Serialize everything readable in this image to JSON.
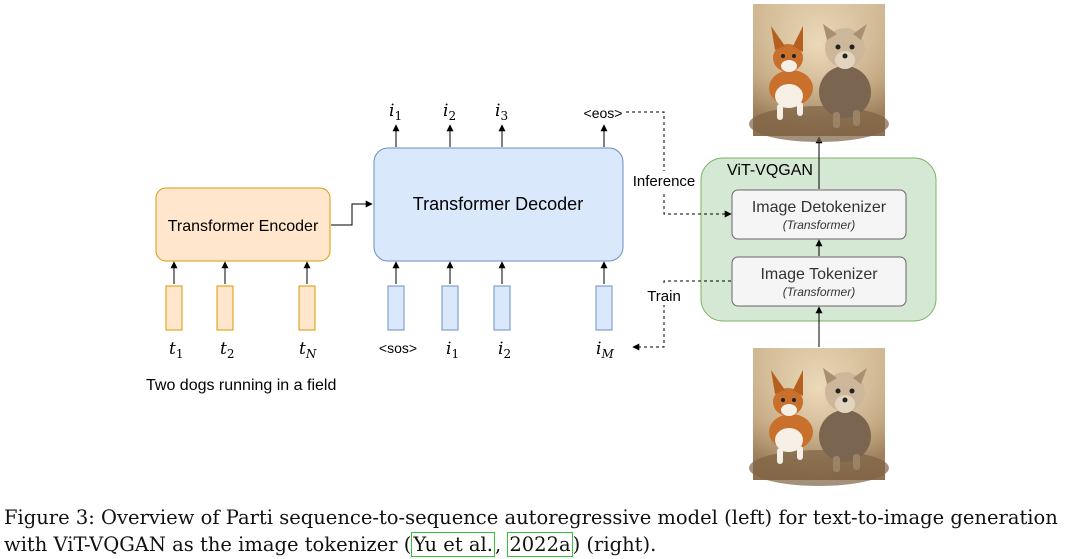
{
  "encoder": {
    "label": "Transformer Encoder"
  },
  "decoder": {
    "label": "Transformer Decoder"
  },
  "encoder_inputs": [
    {
      "base": "t",
      "sub": "1"
    },
    {
      "base": "t",
      "sub": "2"
    },
    {
      "base": "t",
      "sub": "N"
    }
  ],
  "decoder_inputs": {
    "sos": "<sos>",
    "tokens": [
      {
        "base": "i",
        "sub": "1"
      },
      {
        "base": "i",
        "sub": "2"
      },
      {
        "base": "i",
        "sub": "M"
      }
    ]
  },
  "decoder_outputs": {
    "tokens": [
      {
        "base": "i",
        "sub": "1"
      },
      {
        "base": "i",
        "sub": "2"
      },
      {
        "base": "i",
        "sub": "3"
      }
    ],
    "eos": "<eos>"
  },
  "text_prompt": "Two dogs running in a field",
  "vitvqgan": {
    "title": "ViT-VQGAN",
    "detokenizer": {
      "label": "Image Detokenizer",
      "sublabel": "(Transformer)"
    },
    "tokenizer": {
      "label": "Image Tokenizer",
      "sublabel": "(Transformer)"
    }
  },
  "edge_labels": {
    "inference": "Inference",
    "train": "Train"
  },
  "caption": {
    "line1": "Figure 3: Overview of Parti sequence-to-sequence autoregressive model (left) for text-to-image generation",
    "line2_pre": "with ViT-VQGAN as the image tokenizer (",
    "cite_author": "Yu et al.",
    "cite_sep": ", ",
    "cite_year": "2022a",
    "line2_post": ") (right)."
  },
  "colors": {
    "encoder_fill": "#ffe6cc",
    "encoder_stroke": "#d79b00",
    "decoder_fill": "#dae8fc",
    "decoder_stroke": "#6c8ebf",
    "vq_fill": "#d5e8d4",
    "vq_stroke": "#82b366",
    "inner_fill": "#f5f5f5",
    "inner_stroke": "#666666",
    "citation_border": "#36c236"
  }
}
